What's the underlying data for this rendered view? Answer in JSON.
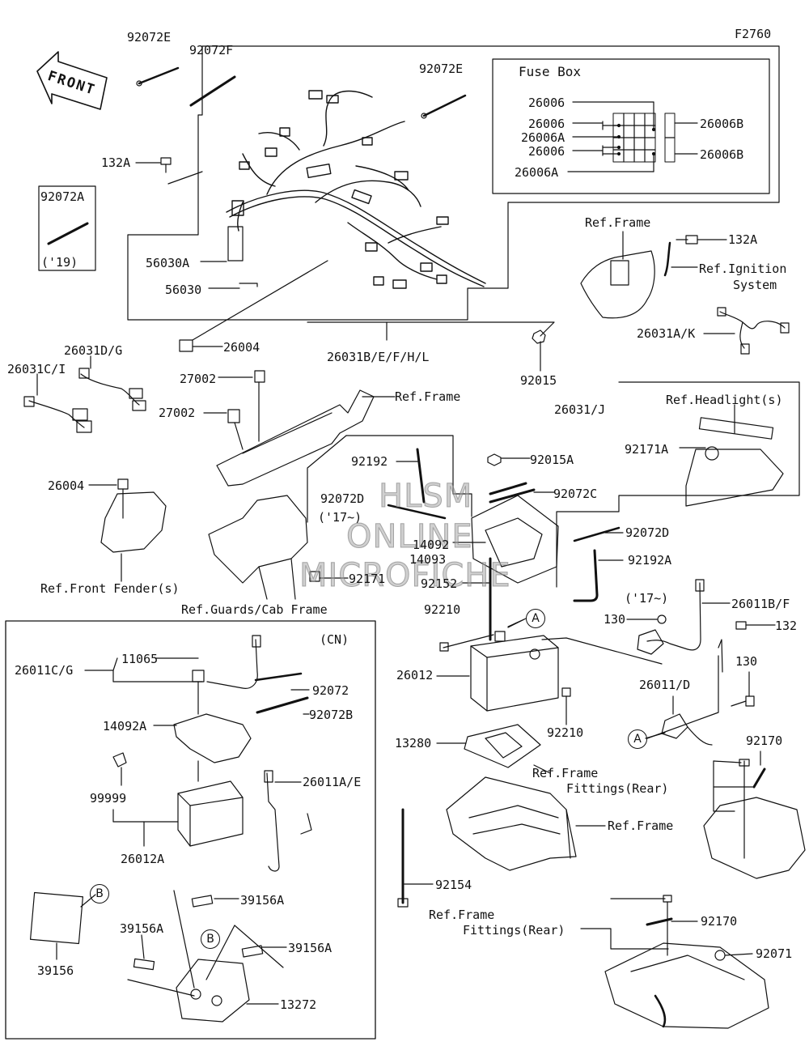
{
  "figure_code": "F2760",
  "front_label": "FRONT",
  "fuse_box_title": "Fuse Box",
  "watermark": {
    "line1": "HLSM",
    "line2": "ONLINE",
    "line3": "MICROFICHE"
  },
  "cn_label": "(CN)",
  "callouts": {
    "a": "A",
    "b": "B"
  },
  "parts": {
    "p92072E_1": "92072E",
    "p92072F": "92072F",
    "p92072E_2": "92072E",
    "p132A_1": "132A",
    "p92072A": "92072A",
    "p92072A_year": "('19)",
    "p56030A": "56030A",
    "p56030": "56030",
    "p26004_1": "26004",
    "p26031BEFHL": "26031B/E/F/H/L",
    "p26006_1": "26006",
    "p26006_2": "26006",
    "p26006A_1": "26006A",
    "p26006_3": "26006",
    "p26006A_2": "26006A",
    "p26006B_1": "26006B",
    "p26006B_2": "26006B",
    "p132A_2": "132A",
    "p26031AK": "26031A/K",
    "p92015": "92015",
    "p26031J": "26031/J",
    "p26031DG": "26031D/G",
    "p26031CI": "26031C/I",
    "p27002_1": "27002",
    "p27002_2": "27002",
    "p26004_2": "26004",
    "p92192": "92192",
    "p92072D_1": "92072D",
    "p92072D_1_year": "('17~)",
    "p92015A": "92015A",
    "p92072C": "92072C",
    "p92171A": "92171A",
    "p14092": "14092",
    "p14093": "14093",
    "p92171": "92171",
    "p92152": "92152",
    "p92072D_2": "92072D",
    "p92192A": "92192A",
    "p92192A_year": "('17~)",
    "p26011BF": "26011B/F",
    "p130_1": "130",
    "p132": "132",
    "p130_2": "130",
    "p92210_1": "92210",
    "p26012": "26012",
    "p92210_2": "92210",
    "p26011D": "26011/D",
    "p13280": "13280",
    "p92170_1": "92170",
    "p92154": "92154",
    "p92170_2": "92170",
    "p92071": "92071",
    "p26011CG": "26011C/G",
    "p11065": "11065",
    "p92072": "92072",
    "p92072B": "92072B",
    "p14092A": "14092A",
    "p26011AE": "26011A/E",
    "p99999": "99999",
    "p26012A": "26012A",
    "p39156": "39156",
    "p39156A_1": "39156A",
    "p39156A_2": "39156A",
    "p39156A_3": "39156A",
    "p13272": "13272"
  },
  "refs": {
    "frame_1": "Ref.Frame",
    "ignition_1": "Ref.Ignition",
    "ignition_2": "System",
    "frame_2": "Ref.Frame",
    "headlight": "Ref.Headlight(s)",
    "front_fender": "Ref.Front Fender(s)",
    "guards": "Ref.Guards/Cab Frame",
    "frame_fittings_1a": "Ref.Frame",
    "frame_fittings_1b": "Fittings(Rear)",
    "frame_3": "Ref.Frame",
    "frame_fittings_2a": "Ref.Frame",
    "frame_fittings_2b": "Fittings(Rear)"
  }
}
